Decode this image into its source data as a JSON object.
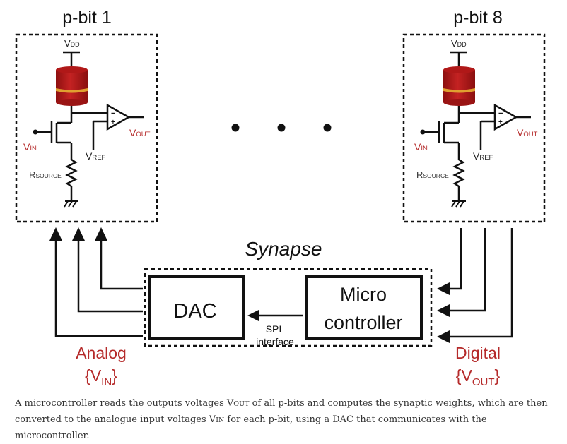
{
  "figure": {
    "pbits": [
      {
        "title": "p-bit 1",
        "labels": {
          "vdd": "V",
          "vdd_sub": "DD",
          "vin": "V",
          "vin_sub": "IN",
          "vout": "V",
          "vout_sub": "OUT",
          "vref": "V",
          "vref_sub": "REF",
          "rsource": "R",
          "rsource_sub": "SOURCE",
          "minus": "−",
          "plus": "+"
        }
      },
      {
        "title": "p-bit 8",
        "labels": {
          "vdd": "V",
          "vdd_sub": "DD",
          "vin": "V",
          "vin_sub": "IN",
          "vout": "V",
          "vout_sub": "OUT",
          "vref": "V",
          "vref_sub": "REF",
          "rsource": "R",
          "rsource_sub": "SOURCE",
          "minus": "−",
          "plus": "+"
        }
      }
    ],
    "ellipsis_dots": 3,
    "synapse": {
      "title": "Synapse",
      "dac_label": "DAC",
      "micro_line1": "Micro",
      "micro_line2": "controller",
      "spi_line1": "SPI",
      "spi_line2": "interface"
    },
    "analog": {
      "label": "Analog",
      "sym_open": "{",
      "v": "V",
      "v_sub": "IN",
      "sym_close": "}"
    },
    "digital": {
      "label": "Digital",
      "sym_open": "{",
      "v": "V",
      "v_sub": "OUT",
      "sym_close": "}"
    },
    "colors": {
      "accent_red": "#b52a2a",
      "line": "#111111",
      "mtj_red": "#b31b1b",
      "mtj_band": "#e0a030"
    }
  },
  "caption": {
    "part1": "A microcontroller reads the outputs voltages ",
    "vout_v": "V",
    "vout_sub": "OUT",
    "part2": " of all p-bits and computes the synaptic weights, which are then converted to the analogue input voltages ",
    "vin_v": "V",
    "vin_sub": "IN",
    "part3": " for each p-bit, using a DAC that communicates with the microcontroller."
  }
}
